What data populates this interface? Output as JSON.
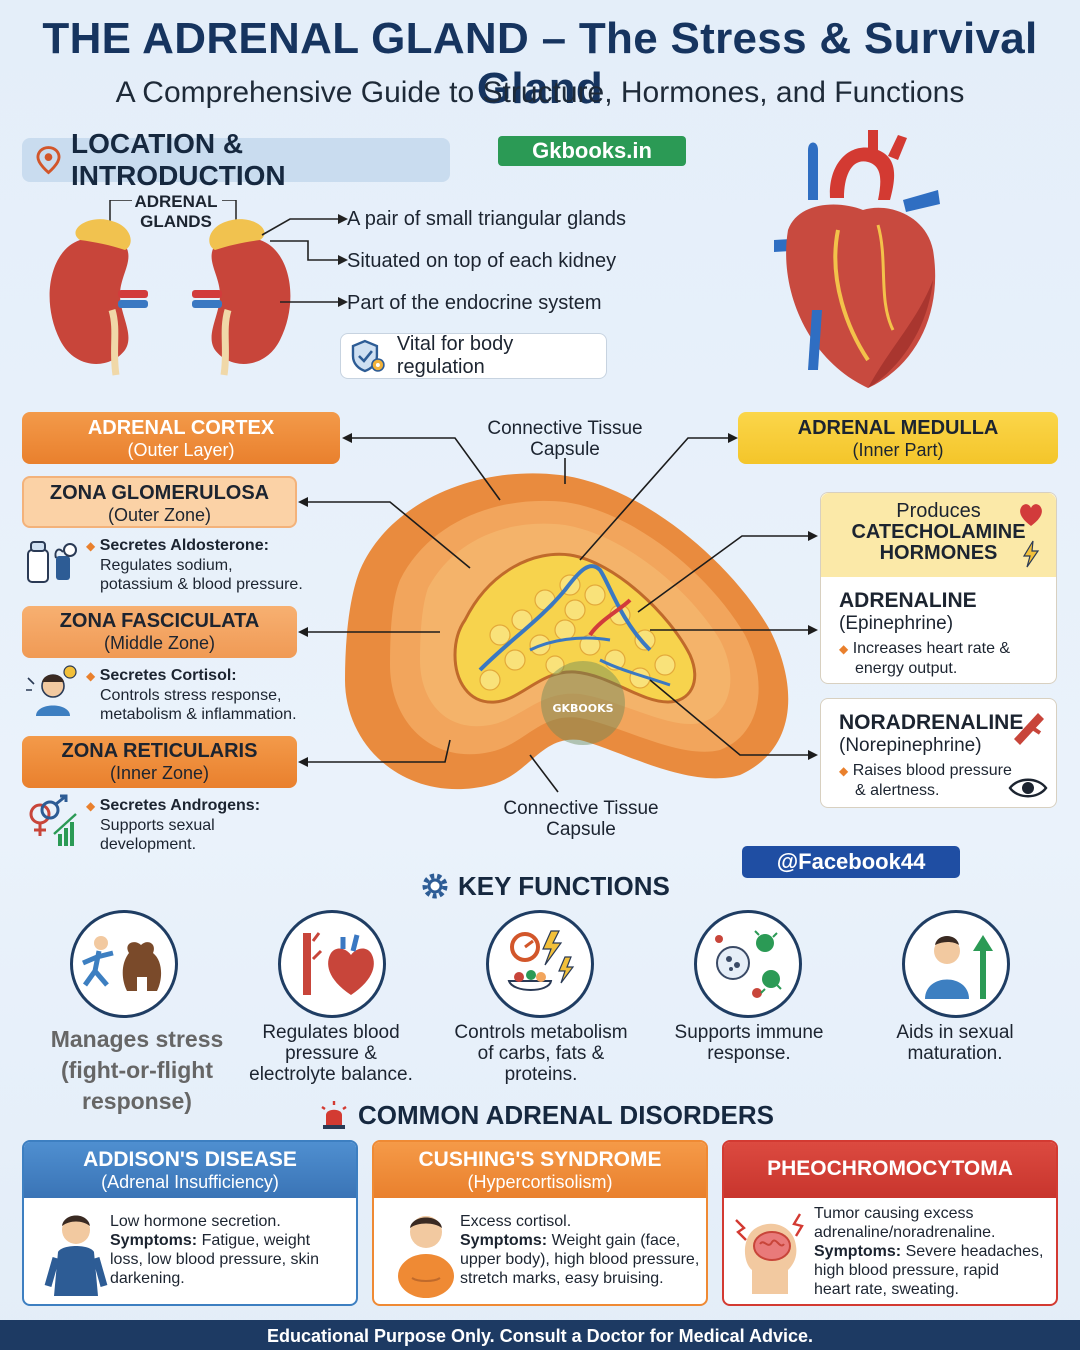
{
  "header": {
    "title": "THE ADRENAL GLAND – The Stress & Survival Gland",
    "subtitle": "A Comprehensive Guide to Structure, Hormones, and Functions"
  },
  "location": {
    "section_title": "LOCATION & INTRODUCTION",
    "brand": "Gkbooks.in",
    "kidney_label_line1": "ADRENAL",
    "kidney_label_line2": "GLANDS",
    "facts": [
      "A pair of small triangular glands",
      "Situated on top of each kidney",
      "Part of the endocrine system"
    ],
    "vital": "Vital for body regulation"
  },
  "cortex": {
    "title": "ADRENAL CORTEX",
    "subtitle": "(Outer Layer)",
    "zones": [
      {
        "name": "ZONA GLOMERULOSA",
        "sub": "(Outer Zone)",
        "secretes": "Secretes Aldosterone:",
        "desc1": "Regulates sodium,",
        "desc2": "potassium & blood pressure."
      },
      {
        "name": "ZONA FASCICULATA",
        "sub": "(Middle Zone)",
        "secretes": "Secretes Cortisol:",
        "desc1": "Controls stress response,",
        "desc2": "metabolism & inflammation."
      },
      {
        "name": "ZONA RETICULARIS",
        "sub": "(Inner Zone)",
        "secretes": "Secretes Androgens:",
        "desc1": "Supports sexual",
        "desc2": "development."
      }
    ]
  },
  "capsule": {
    "top_line1": "Connective Tissue",
    "top_line2": "Capsule",
    "bottom_line1": "Connective Tissue",
    "bottom_line2": "Capsule",
    "watermark": "GKBOOKS"
  },
  "medulla": {
    "title": "ADRENAL MEDULLA",
    "subtitle": "(Inner Part)",
    "produces_line1": "Produces",
    "produces_line2": "CATECHOLAMINE",
    "produces_line3": "HORMONES",
    "adrenaline": {
      "name": "ADRENALINE",
      "alt": "(Epinephrine)",
      "desc1": "Increases heart rate &",
      "desc2": "energy output."
    },
    "noradrenaline": {
      "name": "NORADRENALINE",
      "alt": "(Norepinephrine)",
      "desc1": "Raises blood pressure",
      "desc2": "& alertness."
    }
  },
  "social": "@Facebook44",
  "key_functions": {
    "title": "KEY FUNCTIONS",
    "items": [
      {
        "l1": "Manages stress",
        "l2": "(fight-or-flight",
        "l3": "response)",
        "icon": "running-person-bear-icon"
      },
      {
        "l1": "Regulates blood",
        "l2": "pressure &",
        "l3": "electrolyte balance.",
        "icon": "heart-vessels-icon"
      },
      {
        "l1": "Controls metabolism",
        "l2": "of carbs, fats &",
        "l3": "proteins.",
        "icon": "metabolism-food-icon"
      },
      {
        "l1": "Supports immune",
        "l2": "response.",
        "l3": "",
        "icon": "immune-cells-icon"
      },
      {
        "l1": "Aids in sexual",
        "l2": "maturation.",
        "l3": "",
        "icon": "growth-person-icon"
      }
    ]
  },
  "disorders": {
    "title": "COMMON ADRENAL DISORDERS",
    "items": [
      {
        "name": "ADDISON'S DISEASE",
        "sub": "(Adrenal Insufficiency)",
        "lead": "Low hormone secretion.",
        "sym_label": "Symptoms:",
        "sym1": " Fatigue, weight",
        "sym2": "loss, low blood pressure, skin",
        "sym3": "darkening.",
        "color": "#3d7fc1"
      },
      {
        "name": "CUSHING'S SYNDROME",
        "sub": "(Hypercortisolism)",
        "lead": "Excess cortisol.",
        "sym_label": "Symptoms:",
        "sym1": " Weight gain (face,",
        "sym2": "upper body), high blood pressure,",
        "sym3": "stretch marks, easy bruising.",
        "color": "#ef8a34"
      },
      {
        "name": "PHEOCHROMOCYTOMA",
        "sub": "",
        "lead1": "Tumor causing excess",
        "lead2": "adrenaline/noradrenaline.",
        "sym_label": "Symptoms:",
        "sym1": " Severe headaches,",
        "sym2": "high blood pressure, rapid",
        "sym3": "heart rate, sweating.",
        "color": "#d33a32"
      }
    ]
  },
  "footer": "Educational Purpose Only. Consult a Doctor for Medical Advice."
}
